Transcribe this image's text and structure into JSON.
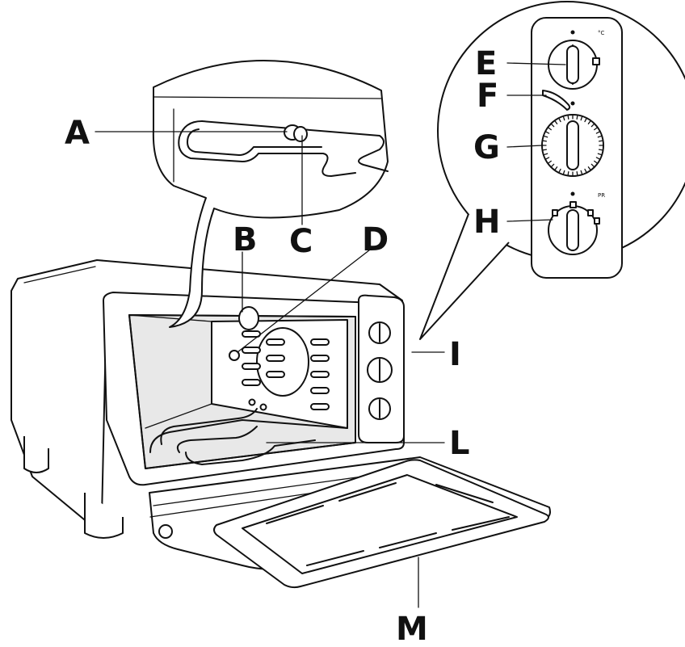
{
  "labels": {
    "A": "A",
    "B": "B",
    "C": "C",
    "D": "D",
    "E": "E",
    "F": "F",
    "G": "G",
    "H": "H",
    "I": "I",
    "L": "L",
    "M": "M"
  },
  "panel_markings": {
    "temp_unit": "°C",
    "function_mark": "PR"
  }
}
